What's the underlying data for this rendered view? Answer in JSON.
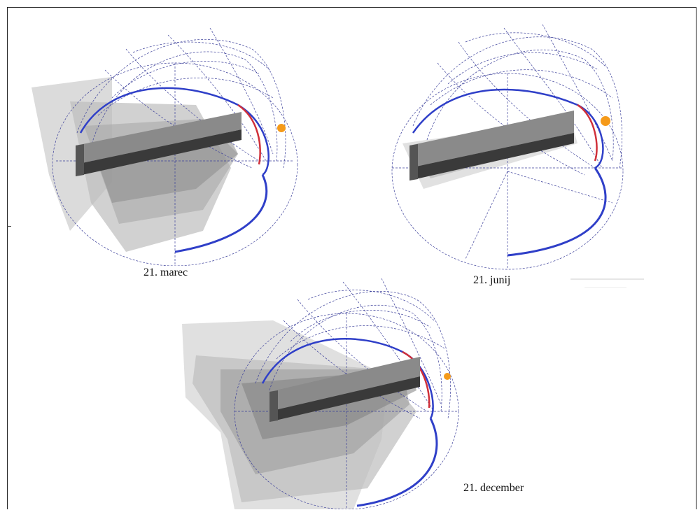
{
  "figure": {
    "panels": [
      {
        "caption": "21. marec",
        "sun_color": "#f59a1a",
        "path_color": "#2f3fc8",
        "shadow_extent": "large"
      },
      {
        "caption": "21. junij",
        "sun_color": "#f59a1a",
        "path_color": "#2f3fc8",
        "shadow_extent": "small"
      },
      {
        "caption": "21. december",
        "sun_color": "#f59a1a",
        "path_color": "#2f3fc8",
        "shadow_extent": "largest"
      }
    ],
    "colors": {
      "sunpath": "#2f3fc8",
      "sunpath_accent": "#d0303a",
      "dome_grid": "#3b3f9a",
      "building": "#5a5a5a"
    }
  }
}
